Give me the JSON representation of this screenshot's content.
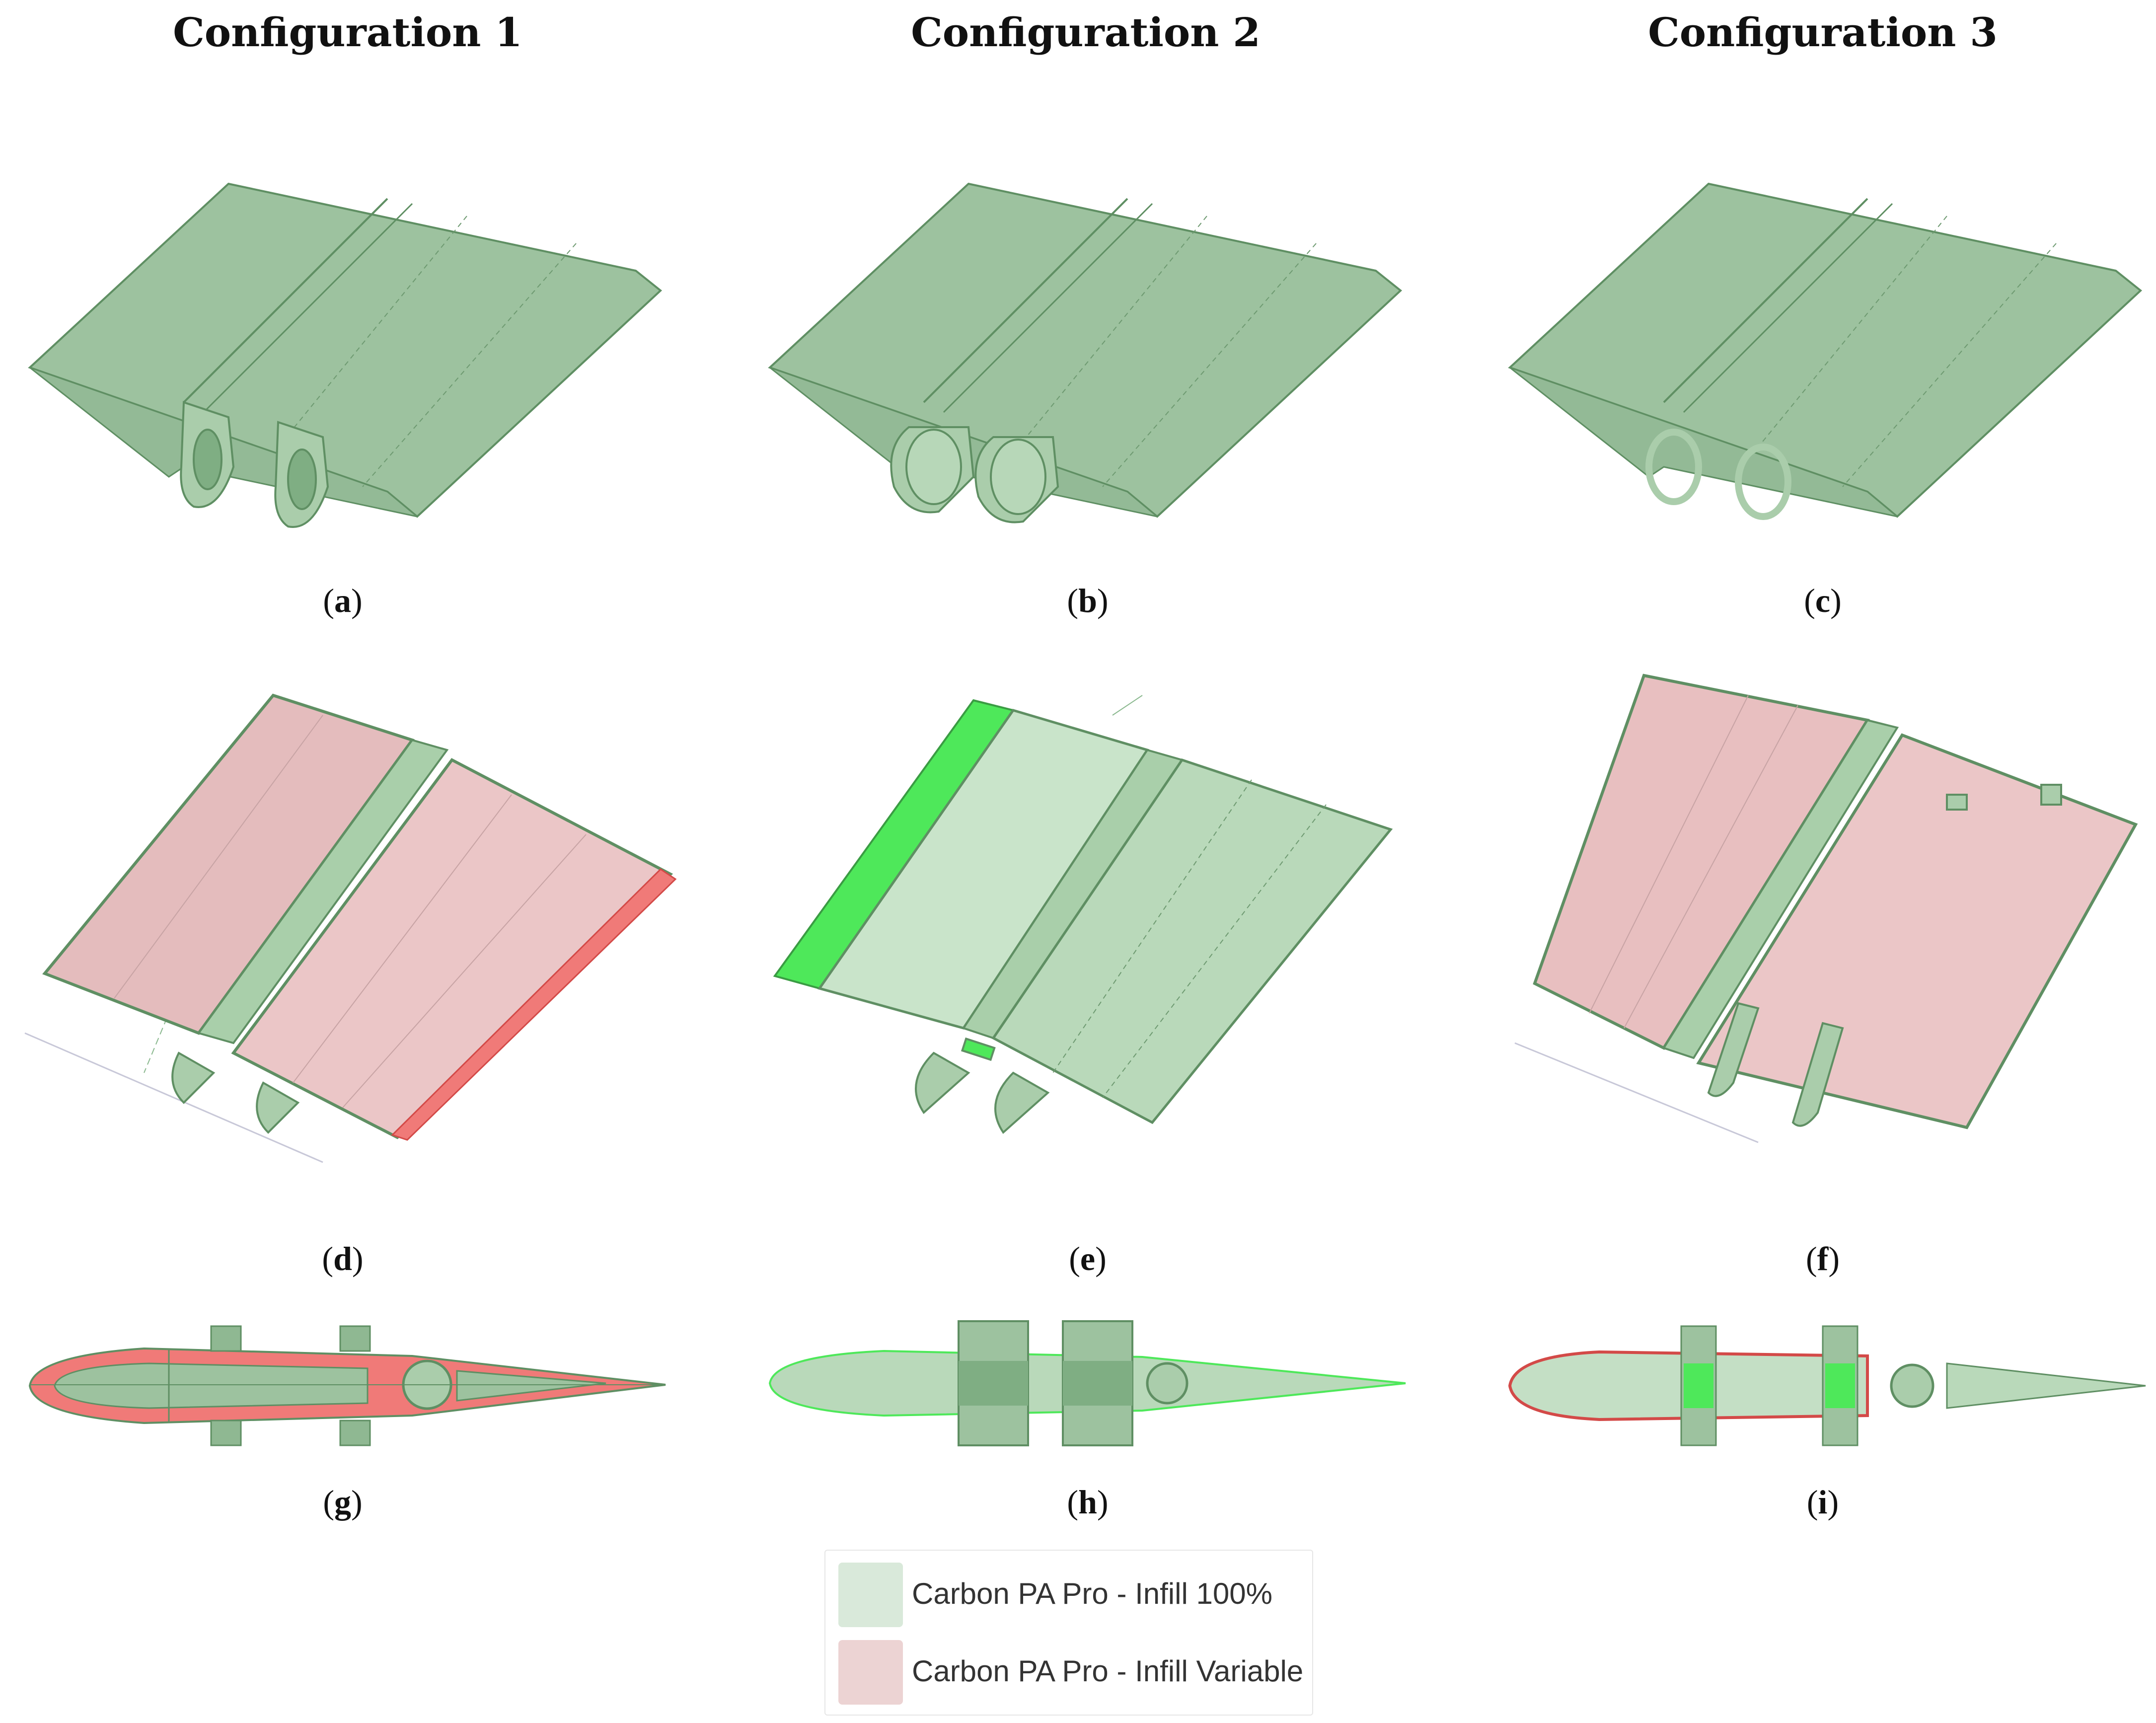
{
  "columns": [
    {
      "title": "Configuration 1"
    },
    {
      "title": "Configuration 2"
    },
    {
      "title": "Configuration 3"
    }
  ],
  "panels": [
    {
      "letter": "a",
      "config": 1,
      "view": "isometric"
    },
    {
      "letter": "b",
      "config": 2,
      "view": "isometric"
    },
    {
      "letter": "c",
      "config": 3,
      "view": "isometric"
    },
    {
      "letter": "d",
      "config": 1,
      "view": "section-top"
    },
    {
      "letter": "e",
      "config": 2,
      "view": "section-top"
    },
    {
      "letter": "f",
      "config": 3,
      "view": "section-top"
    },
    {
      "letter": "g",
      "config": 1,
      "view": "profile"
    },
    {
      "letter": "h",
      "config": 2,
      "view": "profile"
    },
    {
      "letter": "i",
      "config": 3,
      "view": "profile"
    }
  ],
  "legend": [
    {
      "label": "Carbon PA Pro - Infill 100%",
      "color": "#d9e9da"
    },
    {
      "label": "Carbon PA Pro - Infill Variable",
      "color": "#ecd3d3"
    }
  ],
  "colors": {
    "solid_green": "#9dc29f",
    "edge_green": "#5f8f63",
    "light_green": "#c4dfc5",
    "bright_green": "#4ee85a",
    "pink": "#e8bfc0",
    "red_infill": "#f07a78"
  }
}
